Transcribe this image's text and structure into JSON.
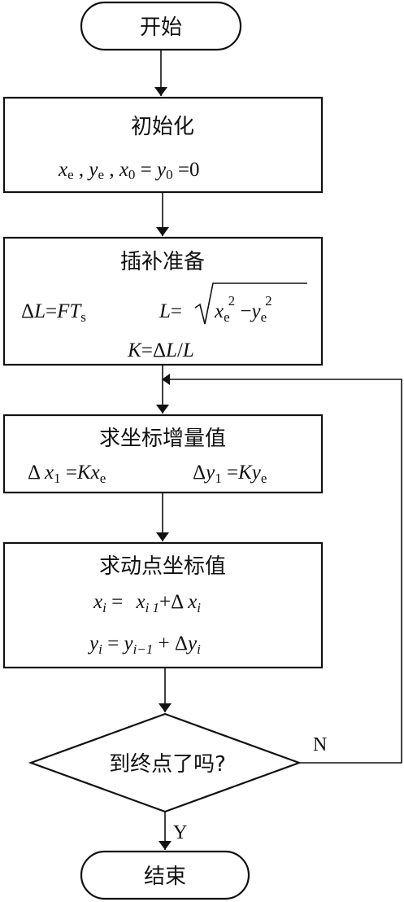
{
  "nodes": {
    "start": "开始",
    "init": {
      "title": "初始化",
      "formula": {
        "xe_x": "x",
        "xe_s": "e",
        "sep1": " , ",
        "ye_y": "y",
        "ye_s": "e",
        "sep2": " , ",
        "x0": "x",
        "x0_s": "0",
        "eq1": " = ",
        "y0": "y",
        "y0_s": "0",
        "eq2": " =0"
      }
    },
    "prep": {
      "title": "插补准备",
      "dl": {
        "delta": "Δ",
        "L": "L",
        "eq": "=",
        "FT": "FT",
        "s": "s"
      },
      "len": {
        "L": "L",
        "eq": "=",
        "x": "x",
        "xs": "e",
        "xp": "2",
        "minus": " −",
        "y": "y",
        "ys": "e",
        "yp": "2"
      },
      "k": {
        "K": "K",
        "eq": "=Δ",
        "L1": "L",
        "slash": "/",
        "L2": "L"
      }
    },
    "incr": {
      "title": "求坐标增量值",
      "dx": {
        "delta": "Δ ",
        "x": "x",
        "s": "1",
        "eq": " =",
        "K": "K",
        "xe": "x",
        "xs": "e"
      },
      "dy": {
        "delta": "Δ",
        "y": "y",
        "s": "1",
        "eq": " =",
        "K": "K",
        "ye": "y",
        "ys": "e"
      }
    },
    "move": {
      "title": "求动点坐标值",
      "xi": {
        "x": "x",
        "i": "i",
        "eq": " = ",
        "x2": "x",
        "im1": "i 1",
        "plus": "+Δ ",
        "x3": "x",
        "i3": "i"
      },
      "yi": {
        "y": "y",
        "i": "i",
        "eq": " = ",
        "y2": "y",
        "im1": "i−1",
        "plus": " + Δ",
        "y3": "y",
        "i3": "i"
      }
    },
    "decision": "到终点了吗?",
    "end": "结束"
  },
  "edges": {
    "no_label": "N",
    "yes_label": "Y"
  }
}
